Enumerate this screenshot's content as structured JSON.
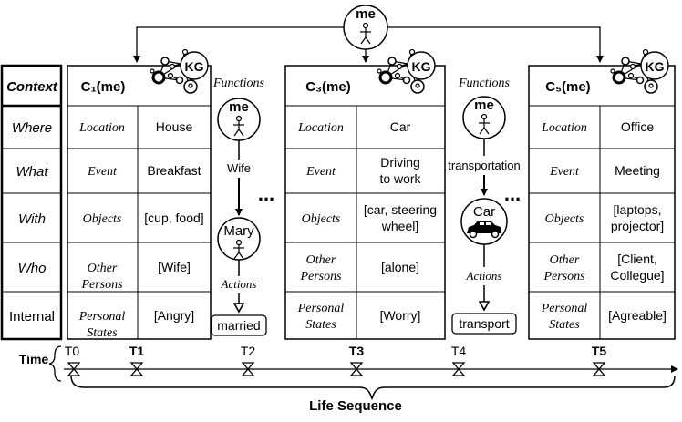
{
  "top_node": {
    "label": "me"
  },
  "row_headers": [
    "Context",
    "Where",
    "What",
    "With",
    "Who",
    "Internal"
  ],
  "time_label": "Time",
  "life_sequence_label": "Life Sequence",
  "kg_label": "KG",
  "contexts": [
    {
      "title": "C₁(me)",
      "rows": [
        {
          "attr": "Location",
          "value": "House"
        },
        {
          "attr": "Event",
          "value": "Breakfast"
        },
        {
          "attr": "Objects",
          "value": "[cup, food]"
        },
        {
          "attr": "Other Persons",
          "value": "[Wife]"
        },
        {
          "attr": "Personal States",
          "value": "[Angry]"
        }
      ]
    },
    {
      "title": "C₃(me)",
      "rows": [
        {
          "attr": "Location",
          "value": "Car"
        },
        {
          "attr": "Event",
          "value": "Driving to work"
        },
        {
          "attr": "Objects",
          "value": "[car, steering wheel]"
        },
        {
          "attr": "Other Persons",
          "value": "[alone]"
        },
        {
          "attr": "Personal States",
          "value": "[Worry]"
        }
      ]
    },
    {
      "title": "C₅(me)",
      "rows": [
        {
          "attr": "Location",
          "value": "Office"
        },
        {
          "attr": "Event",
          "value": "Meeting"
        },
        {
          "attr": "Objects",
          "value": "[laptops, projector]"
        },
        {
          "attr": "Other Persons",
          "value": "[Client, Collegue]"
        },
        {
          "attr": "Personal States",
          "value": "[Agreable]"
        }
      ]
    }
  ],
  "functions": [
    {
      "title": "Functions",
      "subject": "me",
      "relation": "Wife",
      "object": "Mary",
      "actions_label": "Actions",
      "result": "married"
    },
    {
      "title": "Functions",
      "subject": "me",
      "relation": "transportation",
      "object": "Car",
      "actions_label": "Actions",
      "result": "transport"
    }
  ],
  "ellipsis": "...",
  "timeline": {
    "ticks": [
      {
        "label": "T0",
        "bold": false
      },
      {
        "label": "T1",
        "bold": true
      },
      {
        "label": "T2",
        "bold": false
      },
      {
        "label": "T3",
        "bold": true
      },
      {
        "label": "T4",
        "bold": false
      },
      {
        "label": "T5",
        "bold": true
      }
    ]
  }
}
